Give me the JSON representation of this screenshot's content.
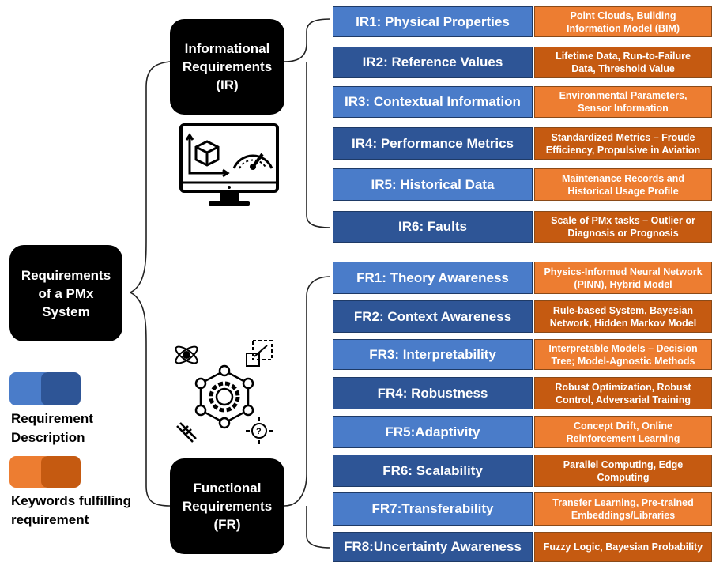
{
  "root": {
    "label": "Requirements\nof a PMx\nSystem"
  },
  "groups": {
    "informational": {
      "label": "Informational\nRequirements\n(IR)"
    },
    "functional": {
      "label": "Functional\nRequirements\n(FR)"
    }
  },
  "colors": {
    "blue_light": "#4a7cc9",
    "blue_dark": "#2e5596",
    "orange_light": "#ed7d31",
    "orange_dark": "#c55a11",
    "black": "#000000"
  },
  "ir_rows": [
    {
      "req": "IR1: Physical Properties",
      "kw": "Point Clouds, Building\nInformation Model (BIM)"
    },
    {
      "req": "IR2: Reference Values",
      "kw": "Lifetime Data, Run-to-Failure\nData, Threshold Value"
    },
    {
      "req": "IR3: Contextual Information",
      "kw": "Environmental Parameters,\nSensor Information"
    },
    {
      "req": "IR4: Performance Metrics",
      "kw": "Standardized Metrics – Froude\nEfficiency, Propulsive in Aviation"
    },
    {
      "req": "IR5: Historical Data",
      "kw": "Maintenance Records and\nHistorical Usage Profile"
    },
    {
      "req": "IR6: Faults",
      "kw": "Scale  of PMx tasks – Outlier or\nDiagnosis or Prognosis"
    }
  ],
  "fr_rows": [
    {
      "req": "FR1: Theory Awareness",
      "kw": "Physics-Informed Neural Network\n(PINN), Hybrid Model"
    },
    {
      "req": "FR2: Context Awareness",
      "kw": "Rule-based System, Bayesian\nNetwork, Hidden Markov Model"
    },
    {
      "req": "FR3: Interpretability",
      "kw": "Interpretable Models – Decision\nTree; Model-Agnostic Methods"
    },
    {
      "req": "FR4: Robustness",
      "kw": "Robust Optimization, Robust\nControl, Adversarial Training"
    },
    {
      "req": "FR5:Adaptivity",
      "kw": "Concept Drift, Online\nReinforcement Learning"
    },
    {
      "req": "FR6: Scalability",
      "kw": "Parallel Computing, Edge\nComputing"
    },
    {
      "req": "FR7:Transferability",
      "kw": "Transfer Learning, Pre-trained\nEmbeddings/Libraries"
    },
    {
      "req": "FR8:Uncertainty Awareness",
      "kw": "Fuzzy Logic, Bayesian Probability"
    }
  ],
  "legend": {
    "requirement": "Requirement\nDescription",
    "keywords": "Keywords fulfilling\nrequirement"
  },
  "icons": {
    "top": "monitor-cube-gauge-icon",
    "bottom": "gear-hexagon-network-icon"
  }
}
